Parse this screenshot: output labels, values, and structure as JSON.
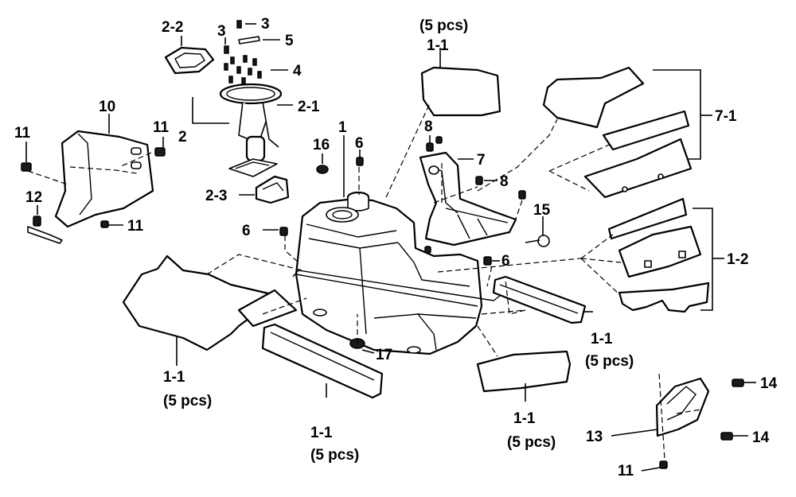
{
  "diagram": {
    "labels": {
      "l_2_2": "2-2",
      "l_3a": "3",
      "l_3b": "3",
      "l_5": "5",
      "l_4": "4",
      "l_2_1": "2-1",
      "l_2": "2",
      "l_10": "10",
      "l_11a": "11",
      "l_11b": "11",
      "l_11c": "11",
      "l_11d": "11",
      "l_12": "12",
      "l_2_3": "2-3",
      "l_16": "16",
      "l_1": "1",
      "l_6a": "6",
      "l_6b": "6",
      "l_6c": "6",
      "l_8a": "8",
      "l_8b": "8",
      "l_7": "7",
      "l_15": "15",
      "l_17": "17",
      "l_7_1": "7-1",
      "l_1_2": "1-2",
      "l_1_1_top": "1-1",
      "l_5pcs_top": "(5 pcs)",
      "l_1_1_left": "1-1",
      "l_5pcs_left": "(5 pcs)",
      "l_1_1_bc": "1-1",
      "l_5pcs_bc": "(5 pcs)",
      "l_1_1_br": "1-1",
      "l_5pcs_br": "(5 pcs)",
      "l_1_1_r": "1-1",
      "l_5pcs_r": "(5 pcs)",
      "l_13": "13",
      "l_14a": "14",
      "l_14b": "14"
    }
  }
}
